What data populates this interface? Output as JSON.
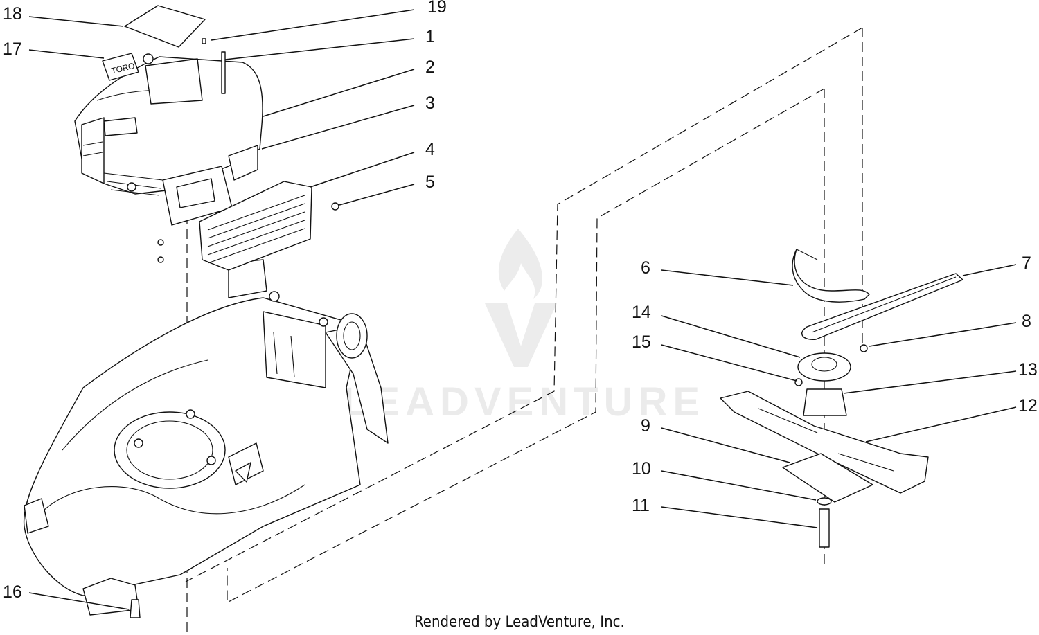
{
  "watermark": {
    "text": "LEADVENTURE"
  },
  "credit": "Rendered by LeadVenture, Inc.",
  "badge_text": "TORO",
  "callouts": {
    "c1": "1",
    "c2": "2",
    "c3": "3",
    "c4": "4",
    "c5": "5",
    "c6": "6",
    "c7": "7",
    "c8": "8",
    "c9": "9",
    "c10": "10",
    "c11": "11",
    "c12": "12",
    "c13": "13",
    "c14": "14",
    "c15": "15",
    "c16": "16",
    "c17": "17",
    "c18": "18",
    "c19": "19"
  }
}
